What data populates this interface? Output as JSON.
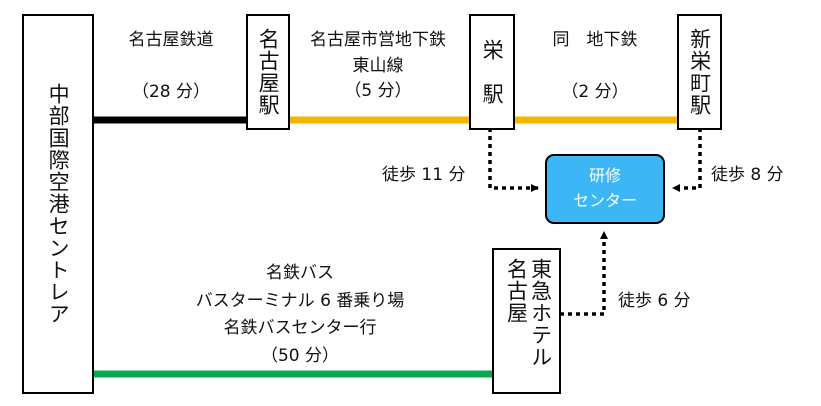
{
  "stations": {
    "airport": "中部国際空港セントレア",
    "nagoya": "名古屋駅",
    "sakae": "栄　駅",
    "shinsakaemachi": "新栄町駅",
    "hotel_col1": "名古屋",
    "hotel_col2": "東急ホテル"
  },
  "center": {
    "line1": "研修",
    "line2": "センター"
  },
  "routes": {
    "meitetsu": {
      "name": "名古屋鉄道",
      "time": "（28 分）"
    },
    "higashiyama": {
      "name1": "名古屋市営地下鉄",
      "name2": "東山線",
      "time": "（5 分）"
    },
    "subway2": {
      "name": "同　地下鉄",
      "time": "（2 分）"
    },
    "bus": {
      "line1": "名鉄バス",
      "line2": "バスターミナル 6 番乗り場",
      "line3": "名鉄バスセンター行",
      "time": "（50 分）"
    }
  },
  "walks": {
    "sakae": "徒歩 11 分",
    "shinsakaemachi": "徒歩 8 分",
    "hotel": "徒歩 6 分"
  },
  "colors": {
    "meitetsu_line": "#000000",
    "subway_line": "#f4b400",
    "bus_line": "#0aa84f",
    "center_fill": "#3cb6f5"
  }
}
